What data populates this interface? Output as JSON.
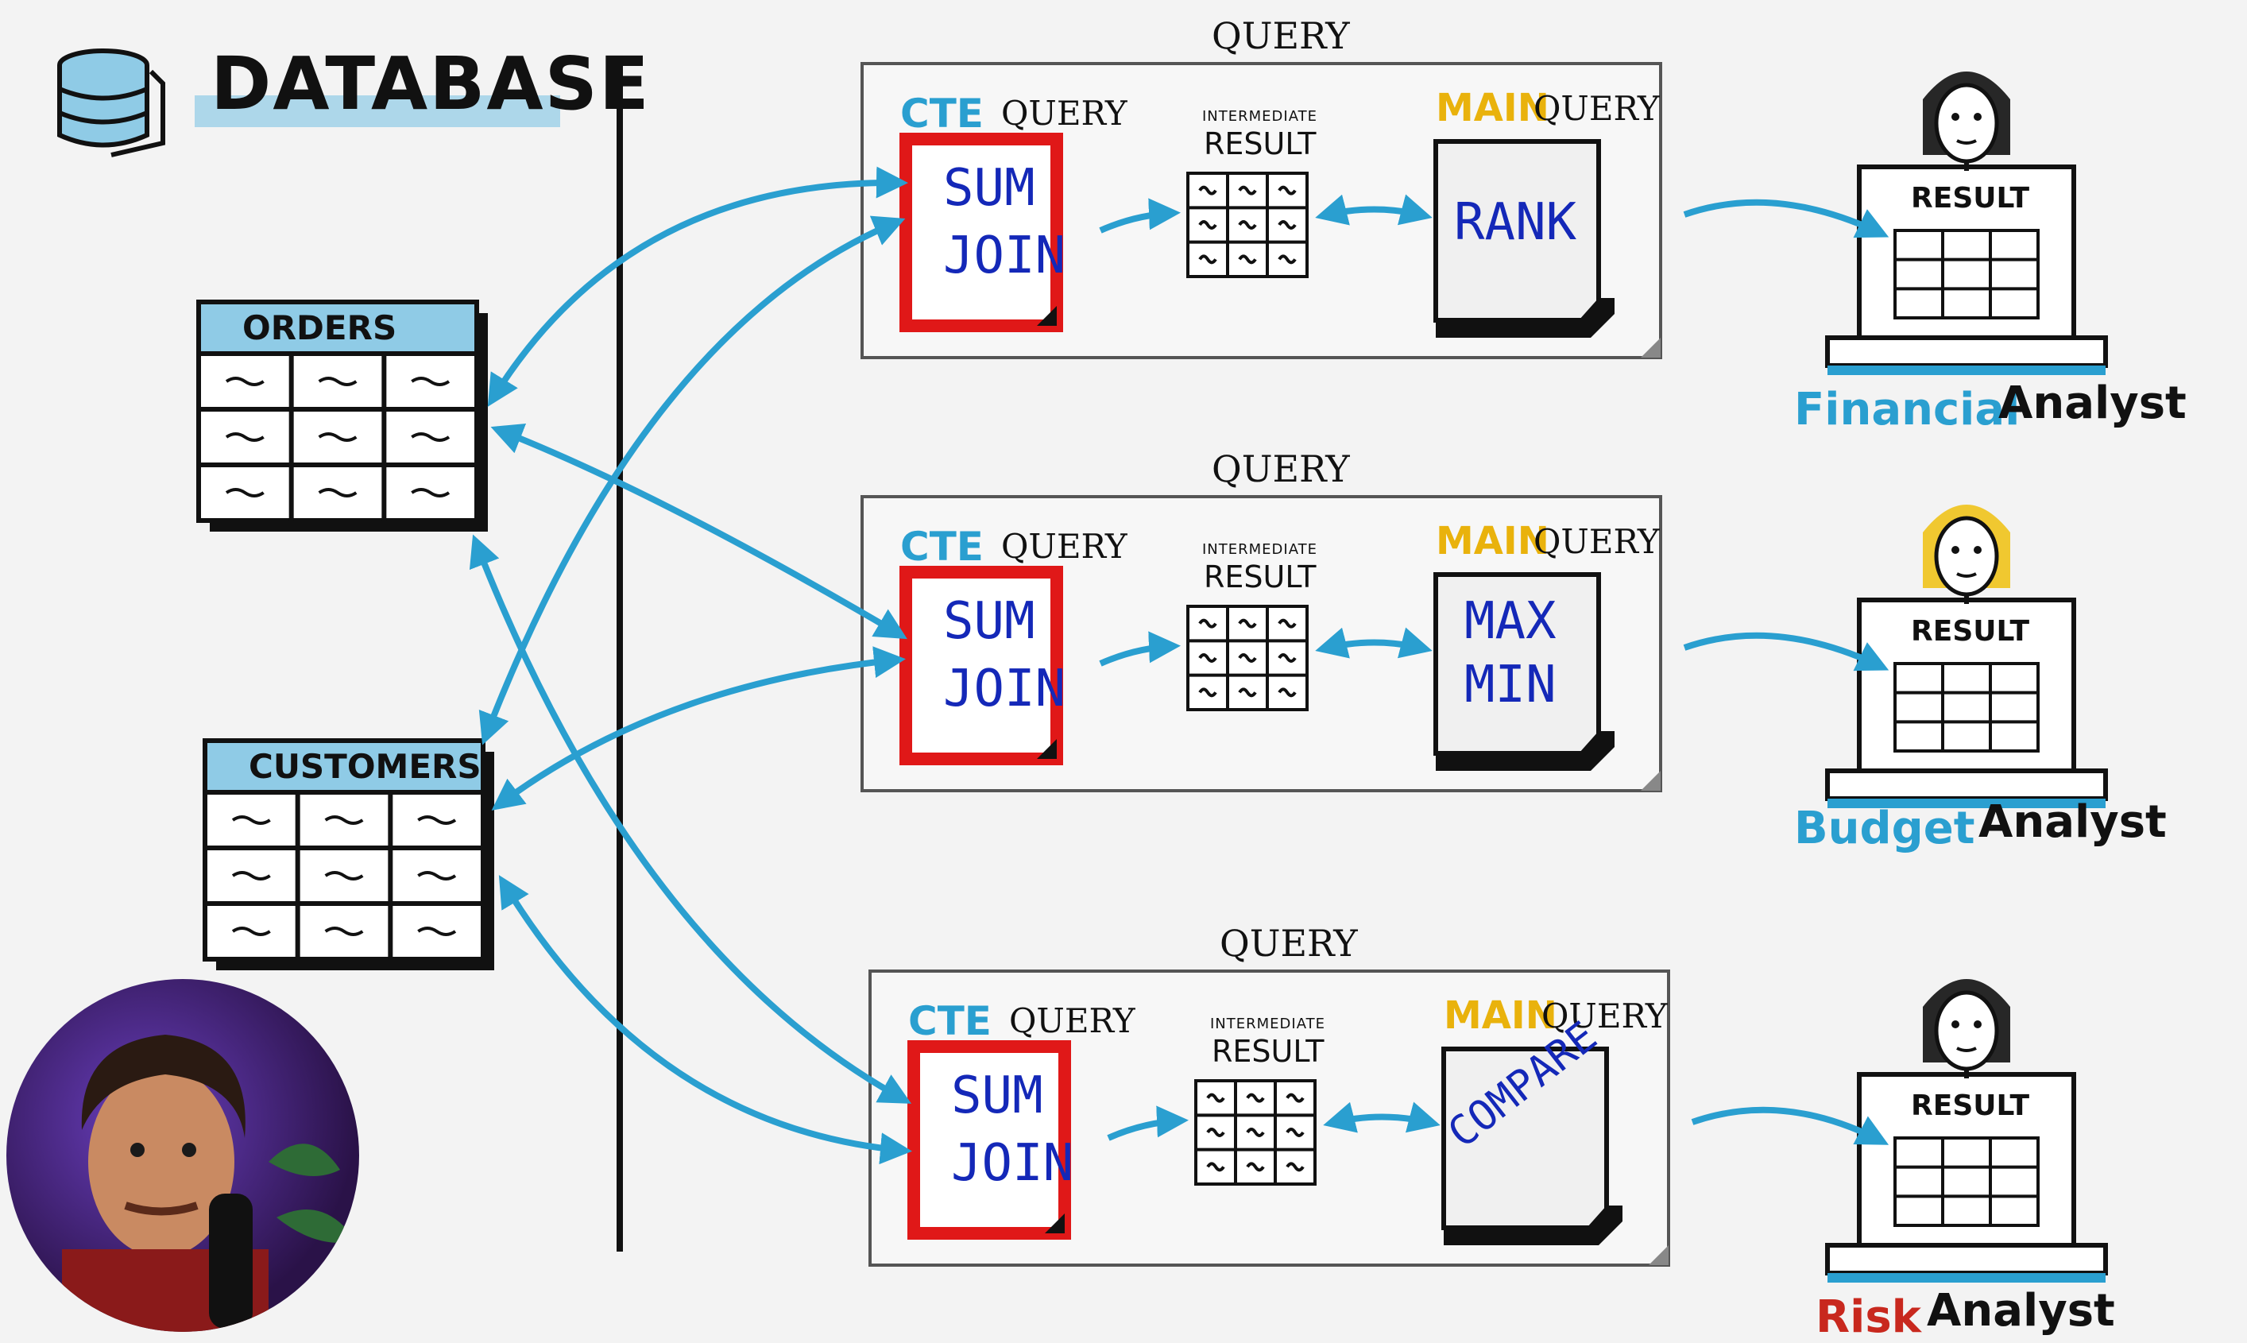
{
  "database": {
    "title": "DATABASE",
    "icon": "database-icon"
  },
  "tables": [
    {
      "name": "ORDERS"
    },
    {
      "name": "CUSTOMERS"
    }
  ],
  "flows": [
    {
      "query_title": "QUERY",
      "cte_label": "CTE",
      "cte_suffix": "QUERY",
      "cte_ops": [
        "SUM",
        "JOIN"
      ],
      "intermediate_small": "INTERMEDIATE",
      "intermediate_big": "RESULT",
      "main_label": "MAIN",
      "main_suffix": "QUERY",
      "main_ops": [
        "RANK"
      ],
      "result_label": "RESULT",
      "analyst_first": "Financial",
      "analyst_last": "Analyst",
      "analyst_color": "#2a9fd0"
    },
    {
      "query_title": "QUERY",
      "cte_label": "CTE",
      "cte_suffix": "QUERY",
      "cte_ops": [
        "SUM",
        "JOIN"
      ],
      "intermediate_small": "INTERMEDIATE",
      "intermediate_big": "RESULT",
      "main_label": "MAIN",
      "main_suffix": "QUERY",
      "main_ops": [
        "MAX",
        "MIN"
      ],
      "result_label": "RESULT",
      "analyst_first": "Budget",
      "analyst_last": "Analyst",
      "analyst_color": "#2a9fd0"
    },
    {
      "query_title": "QUERY",
      "cte_label": "CTE",
      "cte_suffix": "QUERY",
      "cte_ops": [
        "SUM",
        "JOIN"
      ],
      "intermediate_small": "INTERMEDIATE",
      "intermediate_big": "RESULT",
      "main_label": "MAIN",
      "main_suffix": "QUERY",
      "main_ops": [
        "COMPARE"
      ],
      "result_label": "RESULT",
      "analyst_first": "Risk",
      "analyst_last": "Analyst",
      "analyst_color": "#c8281e"
    }
  ],
  "colors": {
    "arrow": "#2a9fd0",
    "cte_border": "#e01818",
    "table_header": "#8fcbe6",
    "op_text": "#1428b8",
    "main_label": "#e9b20c"
  }
}
